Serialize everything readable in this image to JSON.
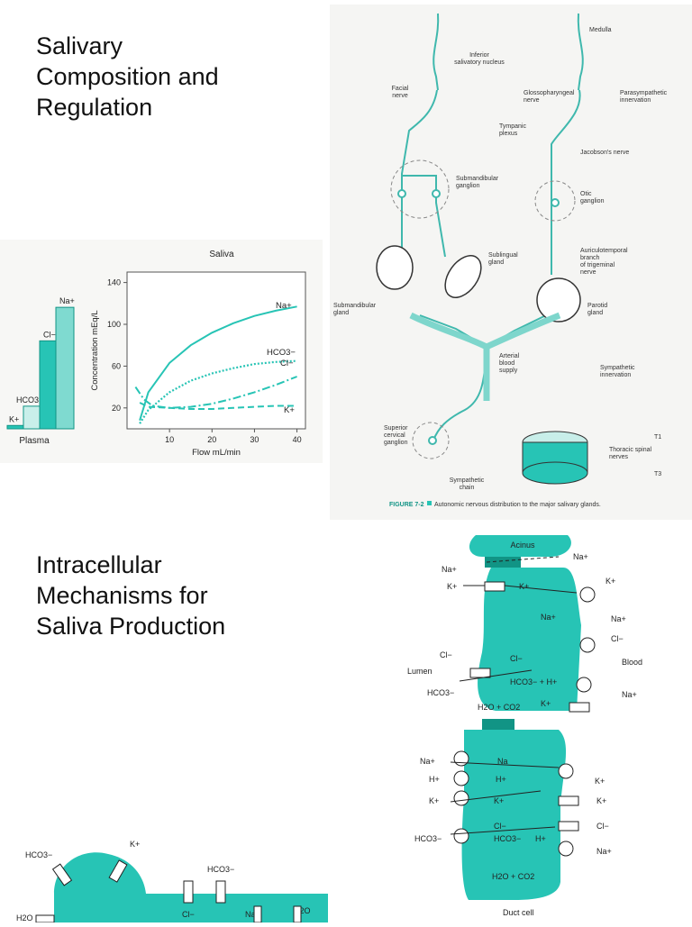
{
  "titles": {
    "top": [
      "Salivary",
      "Composition and",
      "Regulation"
    ],
    "bottom": [
      "Intracellular",
      "Mechanisms for",
      "Saliva Production"
    ]
  },
  "colors": {
    "teal": "#27c4b5",
    "teal_light": "#a9e6df",
    "teal_dark": "#119485",
    "paper": "#f7f7f5",
    "line": "#3fb8ad"
  },
  "plasma": {
    "label": "Plasma",
    "bars": [
      {
        "label": "K+",
        "value": 4
      },
      {
        "label": "HCO3−",
        "value": 27
      },
      {
        "label": "Cl−",
        "value": 105
      },
      {
        "label": "Na+",
        "value": 145
      }
    ]
  },
  "chart_data": {
    "type": "line",
    "title": "Saliva",
    "xlabel": "Flow mL/min",
    "ylabel": "Concentration mEq/L",
    "xticks": [
      "10",
      "20",
      "30",
      "40"
    ],
    "yticks": [
      "20",
      "60",
      "100",
      "140"
    ],
    "xlim": [
      0,
      42
    ],
    "ylim": [
      0,
      150
    ],
    "series": [
      {
        "name": "Na+",
        "x": [
          3,
          5,
          10,
          15,
          20,
          25,
          30,
          35,
          40
        ],
        "values": [
          8,
          35,
          63,
          80,
          92,
          101,
          108,
          113,
          117
        ]
      },
      {
        "name": "HCO3−",
        "x": [
          3,
          5,
          10,
          15,
          20,
          25,
          30,
          35,
          40
        ],
        "values": [
          5,
          18,
          35,
          46,
          53,
          58,
          62,
          64,
          65
        ]
      },
      {
        "name": "Cl−",
        "x": [
          2,
          4,
          6,
          10,
          15,
          20,
          25,
          30,
          35,
          40
        ],
        "values": [
          40,
          28,
          22,
          20,
          21,
          24,
          29,
          35,
          42,
          50
        ]
      },
      {
        "name": "K+",
        "x": [
          3,
          5,
          10,
          15,
          20,
          25,
          30,
          35,
          40
        ],
        "values": [
          25,
          21,
          20,
          19,
          19,
          20,
          21,
          22,
          22
        ]
      }
    ]
  },
  "nerve_diagram": {
    "labels": {
      "medulla": "Medulla",
      "inferior_nucleus": "Inferior\nsalivatory nucleus",
      "facial_nerve": "Facial\nnerve",
      "glossopharyngeal": "Glossopharyngeal\nnerve",
      "parasympathetic": "Parasympathetic\ninnervation",
      "tympanic": "Tympanic\nplexus",
      "jacobson": "Jacobson's nerve",
      "submandibular_ganglion": "Submandibular\nganglion",
      "otic": "Otic\nganglion",
      "sublingual": "Sublingual\ngland",
      "auriculotemporal": "Auriculotemporal\nbranch\nof trigeminal\nnerve",
      "submandibular_gland": "Submandibular\ngland",
      "parotid": "Parotid\ngland",
      "arterial": "Arterial\nblood\nsupply",
      "sympathetic": "Sympathetic\ninnervation",
      "superior_cervical": "Superior\ncervical\nganglion",
      "t1": "T1",
      "t3": "T3",
      "thoracic": "Thoracic spinal\nnerves",
      "sympathetic_chain": "Sympathetic\nchain"
    },
    "caption_figure": "FIGURE 7-2",
    "caption_text": "Autonomic nervous distribution to the major salivary glands."
  },
  "duct_diagram": {
    "acinus": "Acinus",
    "lumen": "Lumen",
    "blood": "Blood",
    "duct_cell": "Duct cell",
    "ions": {
      "na": "Na+",
      "k": "K+",
      "cl": "Cl−",
      "hco3": "HCO3−",
      "na_plain": "Na",
      "h": "H+",
      "h2o_co2": "H2O + CO2",
      "hco3_h": "HCO3− + H+"
    }
  },
  "acinar_fragment": {
    "hco3": "HCO3−",
    "k": "K+",
    "cl": "Cl−",
    "na": "Na+",
    "h2o": "H2O"
  }
}
